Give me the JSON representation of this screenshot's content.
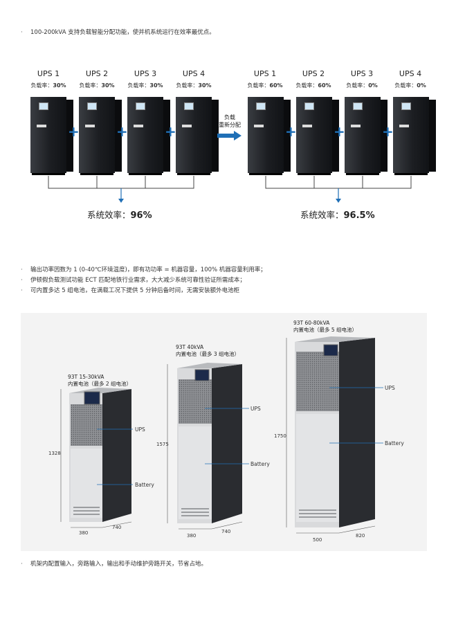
{
  "bullets_top": [
    {
      "dot": "·",
      "text": "100-200kVA 支持负载智能分配功能，使并机系统运行在效率最优点。"
    }
  ],
  "left_group": {
    "units": [
      {
        "name": "UPS 1",
        "load_prefix": "负载率：",
        "load": "30%"
      },
      {
        "name": "UPS 2",
        "load_prefix": "负载率：",
        "load": "30%"
      },
      {
        "name": "UPS 3",
        "load_prefix": "负载率：",
        "load": "30%"
      },
      {
        "name": "UPS 4",
        "load_prefix": "负载率：",
        "load": "30%"
      }
    ],
    "efficiency_label": "系统效率：",
    "efficiency_value": "96%"
  },
  "right_group": {
    "units": [
      {
        "name": "UPS 1",
        "load_prefix": "负载率：",
        "load": "60%"
      },
      {
        "name": "UPS 2",
        "load_prefix": "负载率：",
        "load": "60%"
      },
      {
        "name": "UPS 3",
        "load_prefix": "负载率：",
        "load": "0%"
      },
      {
        "name": "UPS 4",
        "load_prefix": "负载率：",
        "load": "0%"
      }
    ],
    "efficiency_label": "系统效率：",
    "efficiency_value": "96.5%"
  },
  "redistribution": {
    "line1": "负载",
    "line2": "重新分配"
  },
  "bullets_mid": [
    {
      "dot": "·",
      "text": "输出功率因数为 1 (0-40℃环境温度)，即有功功率 = 机器容量，100% 机器容量利用率；"
    },
    {
      "dot": "·",
      "text": "伊顿假负载测试功能 ECT 匹配地铁行业需求，大大减少系统可靠性验证所需成本；"
    },
    {
      "dot": "·",
      "text": "可内置多达 5 组电池，在满载工况下提供 5 分钟后备时间，无需安装额外电池柜"
    }
  ],
  "models": [
    {
      "title": "93T 15-30kVA",
      "subtitle": "内置电池（最多 2 组电池）",
      "ups": "UPS",
      "battery": "Battery",
      "height": "1328",
      "width": "380",
      "depth": "740"
    },
    {
      "title": "93T 40kVA",
      "subtitle": "内置电池（最多 3 组电池）",
      "ups": "UPS",
      "battery": "Battery",
      "height": "1575",
      "width": "380",
      "depth": "740"
    },
    {
      "title": "93T 60-80kVA",
      "subtitle": "内置电池（最多 5 组电池）",
      "ups": "UPS",
      "battery": "Battery",
      "height": "1750",
      "width": "500",
      "depth": "820"
    }
  ],
  "bullets_bottom": [
    {
      "dot": "·",
      "text": "机架内配置输入，旁路输入，输出和手动维护旁路开关，节省占地。"
    }
  ],
  "colors": {
    "accent": "#1f6fb6",
    "cabinet_dark": "#1c1e22",
    "panel_bg": "#f3f3f3"
  }
}
